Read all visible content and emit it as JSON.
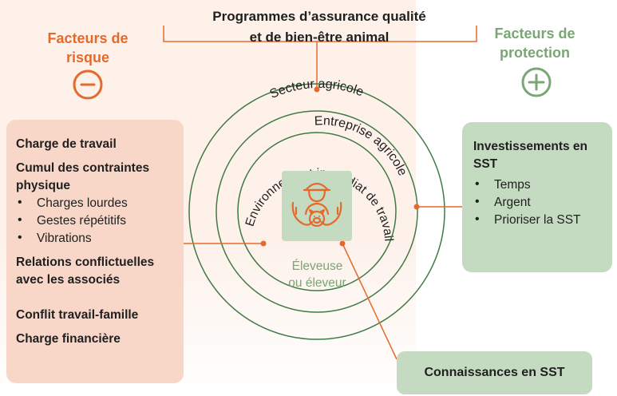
{
  "top": {
    "line1": "Programmes d’assurance qualité",
    "line2": "et de bien-être animal"
  },
  "risk": {
    "title_line1": "Facteurs de",
    "title_line2": "risque",
    "symbol": "−",
    "items": [
      "Charge de travail",
      "Cumul des contraintes physique",
      "Relations conflictuelles avec les associés",
      "Conflit travail-famille",
      "Charge financière"
    ],
    "sub_items": [
      "Charges lourdes",
      "Gestes répétitifs",
      "Vibrations"
    ]
  },
  "protection": {
    "title_line1": "Facteurs de",
    "title_line2": "protection",
    "symbol": "+",
    "box_title": "Investissements en SST",
    "items": [
      "Temps",
      "Argent",
      "Prioriser la SST"
    ]
  },
  "circles": {
    "outer": "Secteur agricole",
    "middle": "Entreprise agricole",
    "inner": "Environnement immédiat de travail"
  },
  "center": {
    "line1": "Éleveuse",
    "line2": "ou éleveur",
    "icon": "farmer-holding-pig-icon"
  },
  "knowledge": "Connaissances en SST",
  "colors": {
    "orange": "#e46a2c",
    "green": "#7aa574",
    "ring": "#3f7a44",
    "risk_box": "#f8d7c8",
    "protect_box": "#c5dbc1",
    "background": "#fdf1ea"
  }
}
